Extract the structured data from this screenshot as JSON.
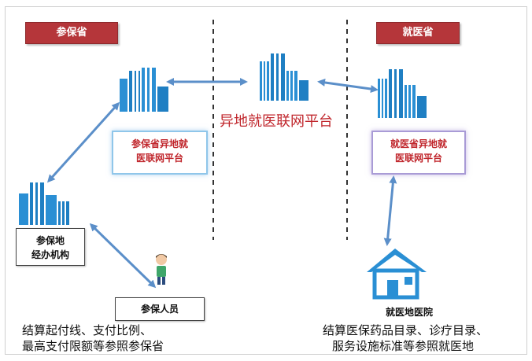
{
  "labels": {
    "insured_province": "参保省",
    "treatment_province": "就医省"
  },
  "center_platform": "异地就医联网平台",
  "insured_platform_box": [
    "参保省异地就",
    "医联网平台"
  ],
  "treatment_platform_box": [
    "就医省异地就",
    "医联网平台"
  ],
  "insured_agency_box": [
    "参保地",
    "经办机构"
  ],
  "insured_person_box": "参保人员",
  "hospital_label": "就医地医院",
  "notes": {
    "left": [
      "结算起付线、支付比例、",
      "最高支付限额等参照参保省"
    ],
    "right": [
      "结算医保药品目录、诊疗目录、",
      "服务设施标准等参照就医地"
    ]
  },
  "colors": {
    "accent_red": "#b5363a",
    "arrow_blue": "#5b8fc9",
    "building_blue": "#2a8fd4"
  }
}
